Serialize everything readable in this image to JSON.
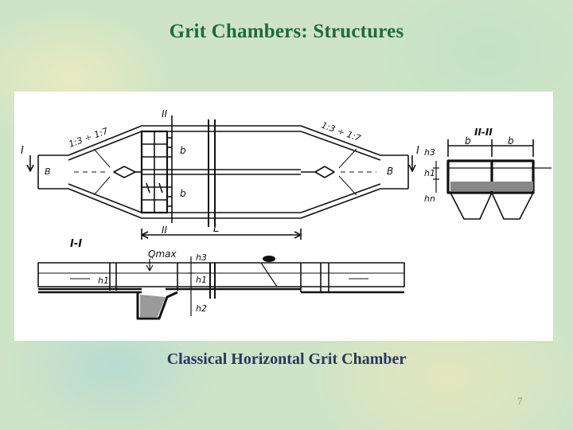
{
  "slide": {
    "title": "Grit Chambers: Structures",
    "caption": "Classical Horizontal Grit Chamber",
    "page_number": "7"
  },
  "diagram": {
    "plan_view": {
      "section_mark_left": "I",
      "section_mark_right": "I",
      "section_mark_top": "II",
      "section_mark_bottom": "II",
      "slope_left": "1:3 ÷ 1:7",
      "slope_right": "1:3 ÷ 1:7",
      "inlet_width": "B",
      "outlet_width": "B",
      "compartment_width_top": "b",
      "compartment_width_bottom": "b",
      "length": "L"
    },
    "cross_section": {
      "title": "II-II",
      "width_left": "b",
      "width_right": "b",
      "depth_top": "h3",
      "depth_middle": "h1",
      "depth_bottom": "hn"
    },
    "longitudinal_section": {
      "title": "I-I",
      "flow_label": "Qmax",
      "depth_top": "h3",
      "depth_middle": "h1",
      "depth_bottom": "h2",
      "depth_left": "h1"
    }
  }
}
